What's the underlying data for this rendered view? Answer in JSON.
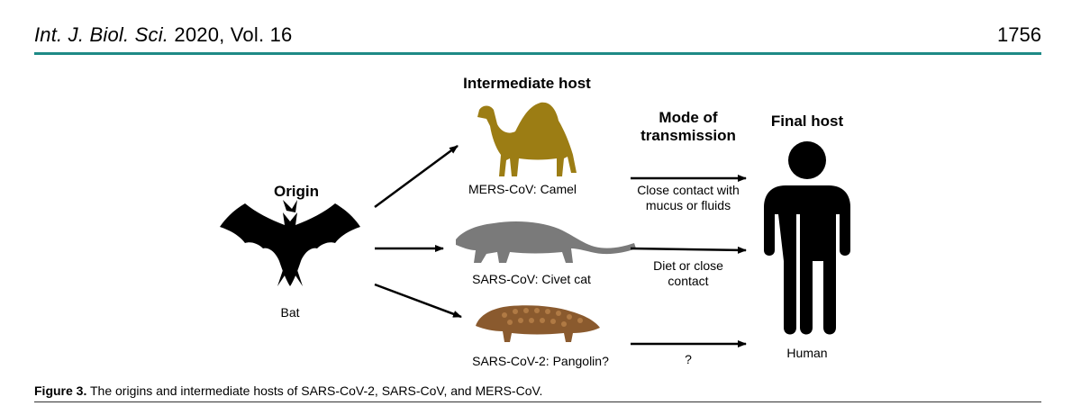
{
  "header": {
    "journal": "Int. J. Biol. Sci.",
    "year_volume": "2020, Vol. 16",
    "page_number": "1756",
    "rule_color": "#1e8a86"
  },
  "figure": {
    "headings": {
      "origin": "Origin",
      "intermediate_host": "Intermediate host",
      "mode_line1": "Mode of",
      "mode_line2": "transmission",
      "final_host": "Final host"
    },
    "origin_label": "Bat",
    "final_label": "Human",
    "intermediates": [
      {
        "label": "MERS-CoV: Camel",
        "icon": "camel-icon",
        "color": "#9c7d14"
      },
      {
        "label": "SARS-CoV: Civet cat",
        "icon": "civet-icon",
        "color": "#7a7a7a"
      },
      {
        "label": "SARS-CoV-2: Pangolin?",
        "icon": "pangolin-icon",
        "color": "#8a5a2e"
      }
    ],
    "transmission": [
      {
        "line1": "Close contact with",
        "line2": "mucus or fluids"
      },
      {
        "line1": "Diet or close",
        "line2": "contact"
      },
      {
        "line1": "?",
        "line2": ""
      }
    ]
  },
  "caption": {
    "label": "Figure 3.",
    "text": " The origins and intermediate hosts of SARS-CoV-2, SARS-CoV, and MERS-CoV."
  }
}
